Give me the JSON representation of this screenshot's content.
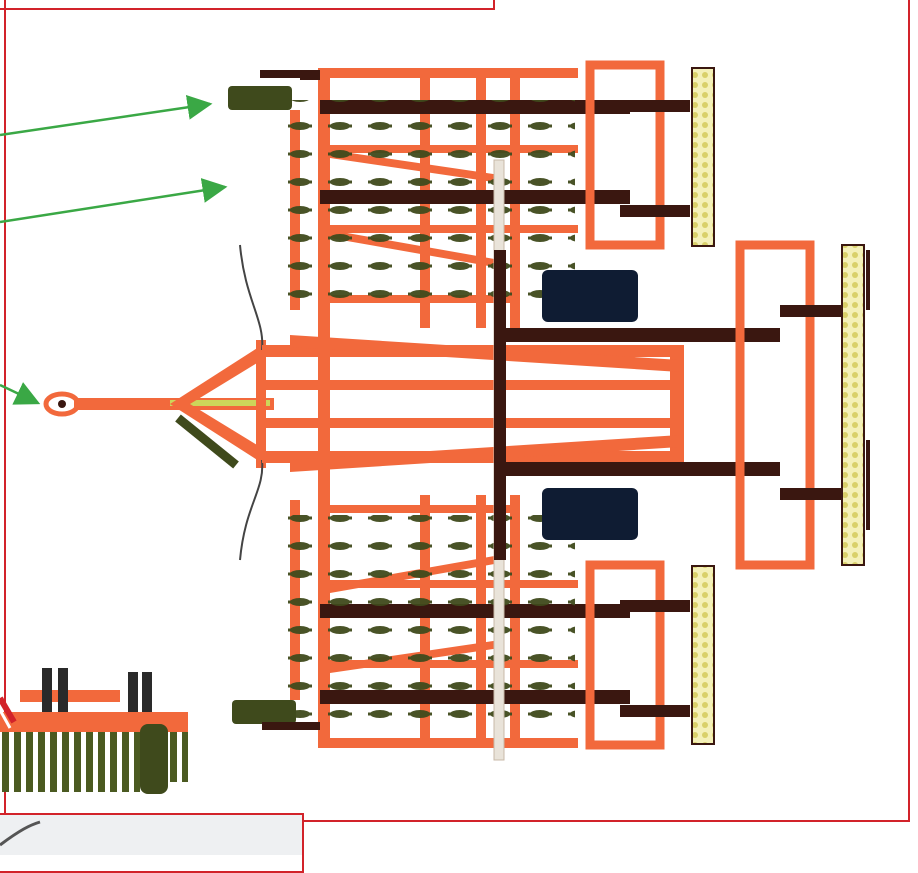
{
  "figure": {
    "colors": {
      "frame": "#d2232a",
      "machine_orange": "#f2693c",
      "frame_dark": "#3a1710",
      "tine": "#3f4a1c",
      "arrow": "#3aa845",
      "wheel": "#0f1c33",
      "roller_yellow": "#e6e08a"
    },
    "callout_arrows": [
      {
        "target": "outer-gauge-wheel"
      },
      {
        "target": "wing-frame"
      },
      {
        "target": "drawbar-hitch"
      }
    ],
    "components": [
      "drawbar-hitch",
      "centre-frame",
      "left-wing",
      "right-wing",
      "transport-wheel",
      "gauge-wheel",
      "disc-gang",
      "crumbler-roller",
      "inset-side-view"
    ]
  }
}
